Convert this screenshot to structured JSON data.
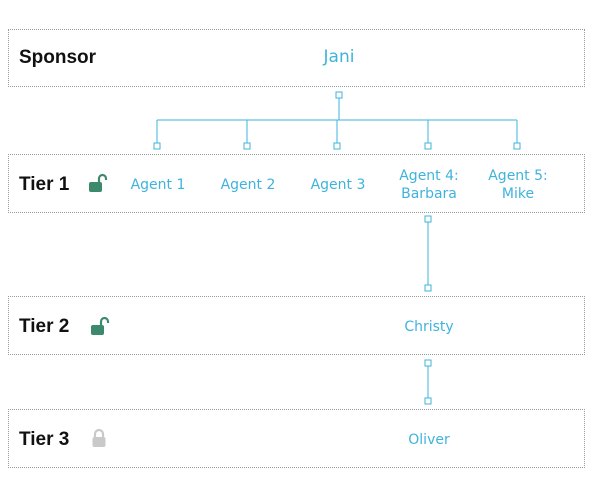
{
  "colors": {
    "accent": "#3fb3dc",
    "unlocked": "#3c8a6b",
    "locked": "#c9c9c9",
    "border": "#9a9a9a"
  },
  "sponsor": {
    "label": "Sponsor",
    "name": "Jani"
  },
  "tiers": [
    {
      "label": "Tier 1",
      "lock_icon": "unlocked-lock-icon",
      "agents": [
        {
          "line1": "Agent 1",
          "line2": ""
        },
        {
          "line1": "Agent 2",
          "line2": ""
        },
        {
          "line1": "Agent 3",
          "line2": ""
        },
        {
          "line1": "Agent 4:",
          "line2": "Barbara"
        },
        {
          "line1": "Agent 5:",
          "line2": "Mike"
        }
      ]
    },
    {
      "label": "Tier 2",
      "lock_icon": "unlocked-lock-icon",
      "agents": [
        {
          "line1": "Christy",
          "line2": ""
        }
      ]
    },
    {
      "label": "Tier 3",
      "lock_icon": "locked-lock-icon",
      "agents": [
        {
          "line1": "Oliver",
          "line2": ""
        }
      ]
    }
  ]
}
